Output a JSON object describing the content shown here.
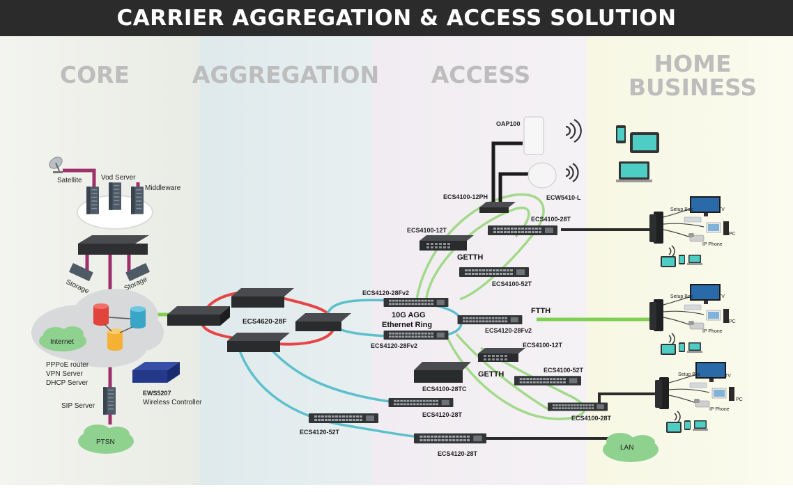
{
  "title": "CARRIER AGGREGATION & ACCESS SOLUTION",
  "zones": {
    "core": "CORE",
    "aggregation": "AGGREGATION",
    "access": "ACCESS",
    "home_line1": "HOME",
    "home_line2": "BUSINESS"
  },
  "core": {
    "satellite": "Satellite",
    "vod_server": "Vod Server",
    "middleware": "Middleware",
    "storage_left": "Storage",
    "storage_right": "Storage",
    "internet": "Internet",
    "pppoe": "PPPoE router",
    "vpn": "VPN Server",
    "dhcp": "DHCP Server",
    "ews_model": "EWS5207",
    "ews_desc": "Wireless Controller",
    "sip_server": "SIP Server",
    "ptsn": "PTSN"
  },
  "aggregation": {
    "ecs4620": "ECS4620-28F",
    "ecs4120_52t": "ECS4120-52T"
  },
  "access": {
    "oap100": "OAP100",
    "ecw5410": "ECW5410-L",
    "ecs4100_12ph": "ECS4100-12PH",
    "ecs4100_28t_top": "ECS4100-28T",
    "ecs4100_12t_top": "ECS4100-12T",
    "getth_top": "GETTH",
    "ecs4100_52t_top": "ECS4100-52T",
    "ecs4120_28fv2_top": "ECS4120-28Fv2",
    "ring_line1": "10G AGG",
    "ring_line2": "Ethernet Ring",
    "ecs4120_28fv2_bottom": "ECS4120-28Fv2",
    "ecs4120_28fv2_ftth": "ECS4120-28Fv2",
    "ftth": "FTTH",
    "ecs4100_12t_bottom": "ECS4100-12T",
    "getth_bottom": "GETTH",
    "ecs4100_52t_bottom": "ECS4100-52T",
    "ecs4100_28tc": "ECS4100-28TC",
    "ecs4120_28t_mid": "ECS4120-28T",
    "ecs4100_28t_bottom": "ECS4100-28T",
    "ecs4120_28t_bottom": "ECS4120-28T",
    "lan": "LAN"
  },
  "home": {
    "setup_box_1": "Setup Box",
    "tv_1": "TV",
    "pc_1": "PC",
    "ip_phone_1": "IP Phone",
    "setup_box_2": "Setup Box",
    "tv_2": "TV",
    "pc_2": "PC",
    "ip_phone_2": "IP Phone",
    "setup_box_3": "Setup Box",
    "tv_3": "TV",
    "pc_3": "PC",
    "ip_phone_3": "IP Phone"
  },
  "colors": {
    "title_bar": "#2b2b2b",
    "core_bg": "#eef0ea",
    "aggregation_bg": "#e3edee",
    "access_bg": "#f1eef2",
    "home_bg": "#f8f8e6",
    "red_ring": "#e64545",
    "blue_ring": "#5cc0cc",
    "green_link": "#7fcf52",
    "purple_link": "#a0306a",
    "cloud_gray": "#d8d9db",
    "cloud_green": "#8fd18f"
  },
  "icons": [
    "satellite-dish-icon",
    "server-icon",
    "switch-icon",
    "cloud-icon",
    "database-icon",
    "access-point-icon",
    "wifi-icon",
    "tv-icon",
    "pc-icon",
    "phone-icon",
    "tablet-icon",
    "laptop-icon"
  ]
}
